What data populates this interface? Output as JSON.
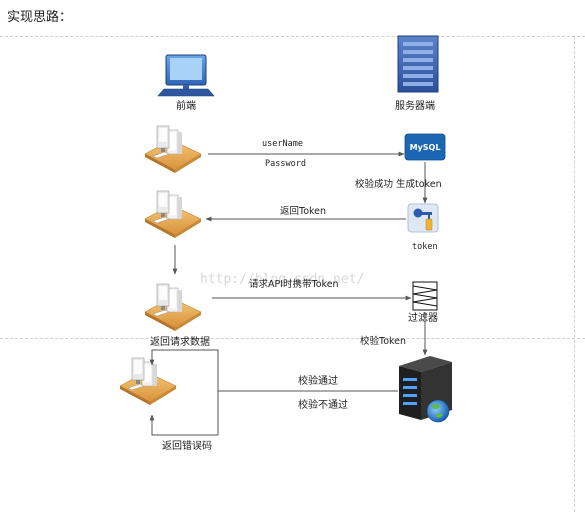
{
  "page": {
    "heading": "实现思路："
  },
  "diagram": {
    "nodes": {
      "client_label": "前端",
      "server_label": "服务器端",
      "mysql_text": "MySQL",
      "token_icon_label": "token",
      "filter_label": "过滤器"
    },
    "edges": {
      "username_label": "userName",
      "password_label": "Password",
      "verify_generate_label": "校验成功 生成token",
      "return_token_label": "返回Token",
      "request_api_label": "请求API时携带Token",
      "verify_token_label": "校验Token",
      "return_data_label": "返回请求数据",
      "verify_pass_label": "校验通过",
      "verify_fail_label": "校验不通过",
      "return_error_label": "返回错误码"
    },
    "watermark": "http://blog.csdn.net/"
  }
}
